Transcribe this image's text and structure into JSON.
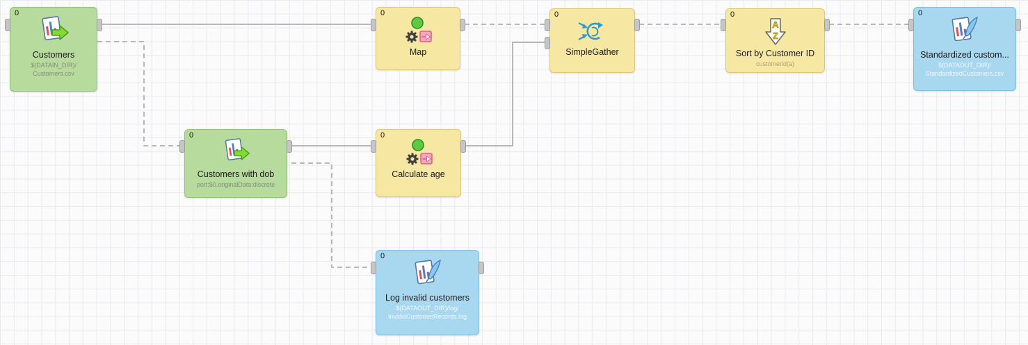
{
  "canvas": {
    "background": "#fbfbfc",
    "grid_color": "#e9eaee"
  },
  "colors": {
    "reader_green": "#b7db9d",
    "transformer_yellow": "#f6e8a2",
    "writer_blue": "#a7d8f0",
    "edge_gray": "#b7b7b7"
  },
  "nodes": [
    {
      "id": "customers",
      "type": "reader",
      "icon": "reader-icon",
      "count": "0",
      "label": "Customers",
      "sublabel_line1": "$(DATAIN_DIR)/",
      "sublabel_line2": "Customers.csv"
    },
    {
      "id": "map",
      "type": "transformer",
      "icon": "reformat-icon",
      "count": "0",
      "label": "Map"
    },
    {
      "id": "simple-gather",
      "type": "transformer",
      "icon": "gather-icon",
      "count": "0",
      "label": "SimpleGather"
    },
    {
      "id": "sort-by-customer-id",
      "type": "transformer",
      "icon": "sort-icon",
      "count": "0",
      "label": "Sort by Customer ID",
      "sublabel_line1": "customerid(a)"
    },
    {
      "id": "standardized-customers",
      "type": "writer",
      "icon": "writer-icon",
      "count": "0",
      "label": "Standardized custom...",
      "sublabel_line1": "$(DATAOUT_DIR)/",
      "sublabel_line2": "StandardizedCustomers.csv"
    },
    {
      "id": "customers-with-dob",
      "type": "reader",
      "icon": "reader-icon",
      "count": "0",
      "label": "Customers with dob",
      "sublabel_line1": "port:$0.originalData:discrete"
    },
    {
      "id": "calculate-age",
      "type": "transformer",
      "icon": "reformat-icon",
      "count": "0",
      "label": "Calculate age"
    },
    {
      "id": "log-invalid-customers",
      "type": "writer",
      "icon": "writer-icon",
      "count": "0",
      "label": "Log invalid customers",
      "sublabel_line1": "$(DATAOUT_DIR)/log/",
      "sublabel_line2": "InvalidCustomerRecords.log"
    }
  ],
  "edges": [
    {
      "from": "Customers",
      "to": "Map",
      "style": "solid"
    },
    {
      "from": "Customers",
      "to": "Customers with dob",
      "style": "dashed"
    },
    {
      "from": "Map",
      "to": "SimpleGather",
      "style": "dashed"
    },
    {
      "from": "Customers with dob",
      "to": "Calculate age",
      "style": "solid"
    },
    {
      "from": "Customers with dob",
      "to": "Log invalid customers",
      "style": "dashed"
    },
    {
      "from": "Calculate age",
      "to": "SimpleGather",
      "style": "solid"
    },
    {
      "from": "SimpleGather",
      "to": "Sort by Customer ID",
      "style": "dashed"
    },
    {
      "from": "Sort by Customer ID",
      "to": "Standardized custom...",
      "style": "dashed"
    }
  ]
}
